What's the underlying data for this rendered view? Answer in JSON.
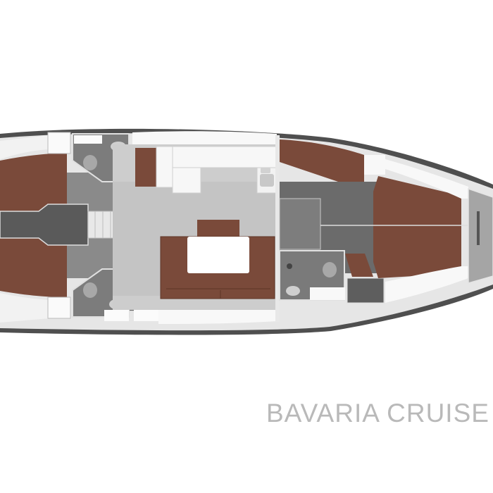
{
  "diagram": {
    "type": "yacht-layout-plan",
    "brand_label": "BAVARIA CRUISER",
    "visible_label": "BAVARIA CRUISE",
    "colors": {
      "background": "#ffffff",
      "hull_outline": "#6e6e6e",
      "cushion_brown": "#7a4a3a",
      "floor_light": "#c9c9c9",
      "floor_dark": "#6f6f6f",
      "furniture_white": "#f4f4f4",
      "label_gray": "#b9b9b9"
    },
    "compartments": [
      {
        "name": "aft-cabin-port",
        "fill": "brown"
      },
      {
        "name": "aft-cabin-starboard",
        "fill": "brown"
      },
      {
        "name": "cockpit-passage",
        "fill": "dark-gray"
      },
      {
        "name": "companionway-steps",
        "fill": "white"
      },
      {
        "name": "head-aft-port",
        "fill": "gray"
      },
      {
        "name": "head-aft-starboard",
        "fill": "gray"
      },
      {
        "name": "shower",
        "fill": "gray"
      },
      {
        "name": "galley",
        "fill": "white"
      },
      {
        "name": "saloon",
        "fill": "light-gray"
      },
      {
        "name": "saloon-table",
        "fill": "white"
      },
      {
        "name": "saloon-settee",
        "fill": "brown"
      },
      {
        "name": "nav-berth",
        "fill": "brown"
      },
      {
        "name": "head-forward",
        "fill": "gray"
      },
      {
        "name": "mid-cabin-passage",
        "fill": "dark-gray"
      },
      {
        "name": "forward-cabin",
        "fill": "brown"
      },
      {
        "name": "forepeak-locker",
        "fill": "gray"
      }
    ]
  }
}
